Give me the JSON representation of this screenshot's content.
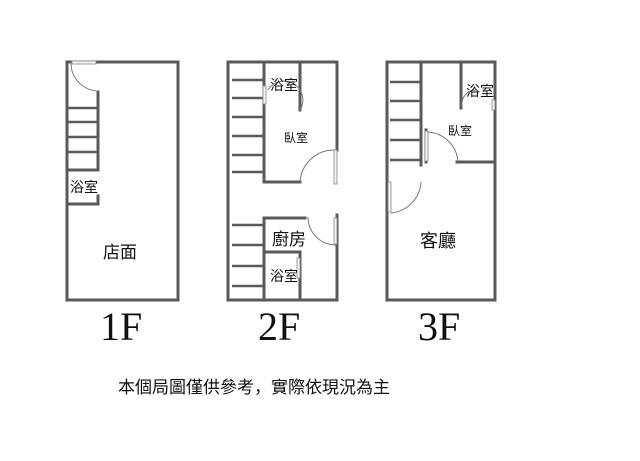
{
  "floors": [
    {
      "label": "1F",
      "rooms": {
        "bath": "浴室",
        "shop": "店面"
      }
    },
    {
      "label": "2F",
      "rooms": {
        "bath_top": "浴室",
        "bedroom": "臥室",
        "kitchen": "廚房",
        "bath_bottom": "浴室"
      }
    },
    {
      "label": "3F",
      "rooms": {
        "bath": "浴室",
        "bedroom": "臥室",
        "living": "客廳"
      }
    }
  ],
  "caption": "本個局圖僅供參考，實際依現況為主"
}
